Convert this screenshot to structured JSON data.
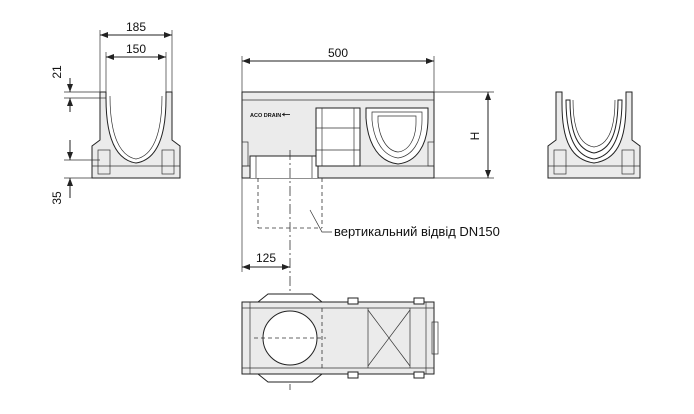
{
  "dimensions": {
    "outer_width": "185",
    "inner_width": "150",
    "rim_height": "21",
    "base_height": "35",
    "length": "500",
    "height": "H",
    "outlet_offset": "125"
  },
  "labels": {
    "outlet_text": "вертикальний відвід DN",
    "outlet_size": "150",
    "logo": "ACO DRAIN"
  },
  "icons": {
    "logo_arrow": "arrow-left-icon"
  }
}
